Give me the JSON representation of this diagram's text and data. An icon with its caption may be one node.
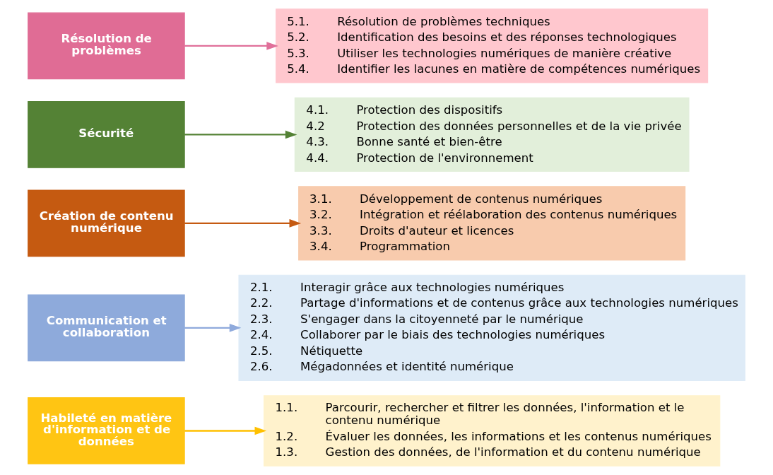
{
  "diagram": {
    "nodes": [
      {
        "text": [
          "Habileté en matière d'information et de données"
        ]
      },
      {
        "text": [
          "1.1.",
          "Parcourir, rechercher et filtrer les données, l'information et le contenu numérique",
          "1.2.",
          "Évaluer les données, les informations et les contenus numériques",
          "1.3.",
          "Gestion des données, de l'information et du contenu numérique"
        ]
      },
      {
        "text": [
          "Communication et collaboration"
        ]
      },
      {
        "text": [
          "2.1.",
          "Interagir grâce aux technologies numériques",
          "2.2.",
          "Partage d'informations et de contenus grâce aux technologies numériques",
          "2.3.",
          "S'engager dans la citoyenneté par le numérique",
          "2.4.",
          "Collaborer par le biais des technologies numériques",
          "2.5.",
          "Nétiquette",
          "2.6.",
          "Mégadonnées et identité numérique"
        ]
      },
      {
        "text": [
          "Création de contenu numérique"
        ]
      },
      {
        "text": [
          "3.1.",
          "Développement de contenus numériques",
          "3.2.",
          "Intégration et réélaboration des contenus numériques",
          "3.3.",
          "Droits d'auteur et licences",
          "3.4.",
          "Programmation"
        ]
      },
      {
        "text": [
          "Sécurité"
        ]
      },
      {
        "text": [
          "4.1.",
          "Protection des dispositifs",
          "4.2",
          "Protection des données personnelles et de la vie privée",
          "4.3.",
          "Bonne santé et bien-être",
          "4.4.",
          "Protection de l'environnement"
        ]
      },
      {
        "text": [
          "Résolution de problèmes"
        ]
      },
      {
        "text": [
          "5.1.",
          "Résolution de problèmes techniques",
          "5.2.",
          "Identification des besoins et des réponses technologiques",
          "5.3.",
          "Utiliser les technologies numériques de manière créative",
          "5.4.",
          "Identifier les lacunes en matière de compétences numériques"
        ]
      }
    ],
    "edges": [
      {
        "from": 0,
        "to": 1,
        "arrow": "to",
        "color": "#ffc000"
      },
      {
        "from": 2,
        "to": 3,
        "arrow": "to",
        "color": "#8faadc"
      },
      {
        "from": 4,
        "to": 5,
        "arrow": "to",
        "color": "#c55a11"
      },
      {
        "from": 6,
        "to": 7,
        "arrow": "to",
        "color": "#548235"
      },
      {
        "from": 8,
        "to": 9,
        "arrow": "to",
        "color": "#e0709a"
      }
    ]
  }
}
